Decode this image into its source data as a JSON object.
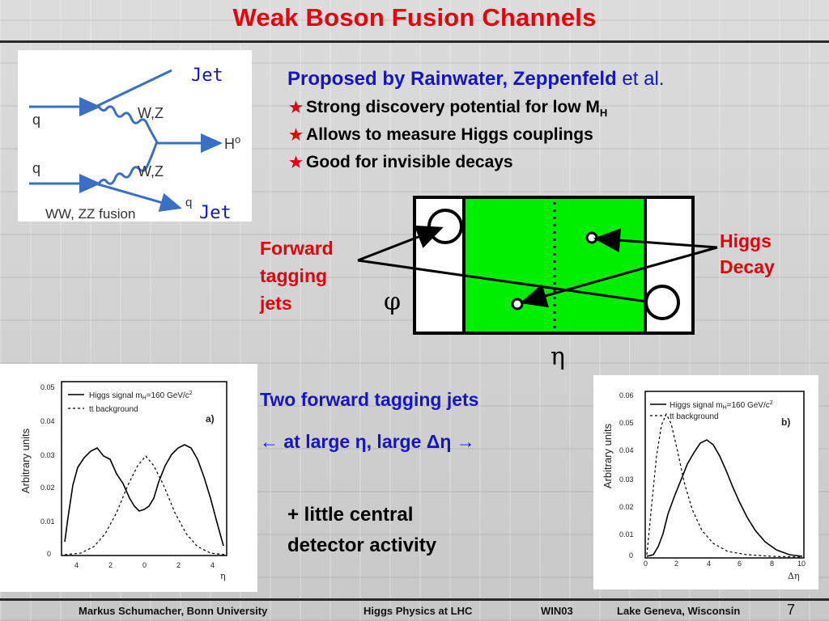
{
  "slide": {
    "title": "Weak Boson Fusion Channels",
    "colors": {
      "title": "#e8000b",
      "highlight": "#1414c8",
      "detector_central": "#00ee00"
    }
  },
  "feynman": {
    "jet_top": "Jet",
    "jet_bottom": "Jet",
    "q_in_top": "q",
    "q_in_bottom": "q",
    "q_out": "q",
    "boson_top": "W,Z",
    "boson_bottom": "W,Z",
    "higgs": "H",
    "higgs_sup": "o",
    "caption": "WW, ZZ fusion"
  },
  "headline": {
    "main": "Proposed by Rainwater, Zeppenfeld",
    "etal": " et al."
  },
  "bullets": [
    {
      "text": "Strong discovery potential for low M",
      "sub": "H"
    },
    {
      "text": "Allows to measure Higgs couplings",
      "sub": ""
    },
    {
      "text": "Good for invisible decays",
      "sub": ""
    }
  ],
  "detector": {
    "forward_label": [
      "Forward",
      "tagging",
      "jets"
    ],
    "higgs_label": [
      "Higgs",
      "Decay"
    ],
    "phi": "φ",
    "eta": "η"
  },
  "text_blocks": {
    "two_jets": "Two forward tagging jets",
    "large_eta": "← at large η,    large Δη →",
    "little_central": [
      "+ little central",
      "detector activity"
    ]
  },
  "plot_a": {
    "ylabel": "Arbitrary units",
    "legend": [
      "Higgs signal m",
      "H",
      "=160 GeV/c",
      "2",
      "tt background"
    ],
    "panel": "a)",
    "xlabel": "η",
    "yticks": [
      "0.05",
      "0.04",
      "0.03",
      "0.02",
      "0.01",
      "0"
    ],
    "xticks": [
      "4",
      "2",
      "0",
      "2",
      "4"
    ]
  },
  "plot_b": {
    "ylabel": "Arbitrary units",
    "legend": [
      "Higgs signal m",
      "H",
      "=160 GeV/c",
      "2",
      "tt background"
    ],
    "panel": "b)",
    "xlabel": "Δη",
    "yticks": [
      "0.06",
      "0.05",
      "0.04",
      "0.03",
      "0.02",
      "0.01",
      "0"
    ],
    "xticks": [
      "0",
      "2",
      "4",
      "6",
      "8",
      "10"
    ]
  },
  "footer": {
    "author": "Markus Schumacher,  Bonn University",
    "talk": "Higgs Physics at LHC",
    "conf": "WIN03",
    "place": "Lake Geneva, Wisconsin",
    "page": "7"
  }
}
